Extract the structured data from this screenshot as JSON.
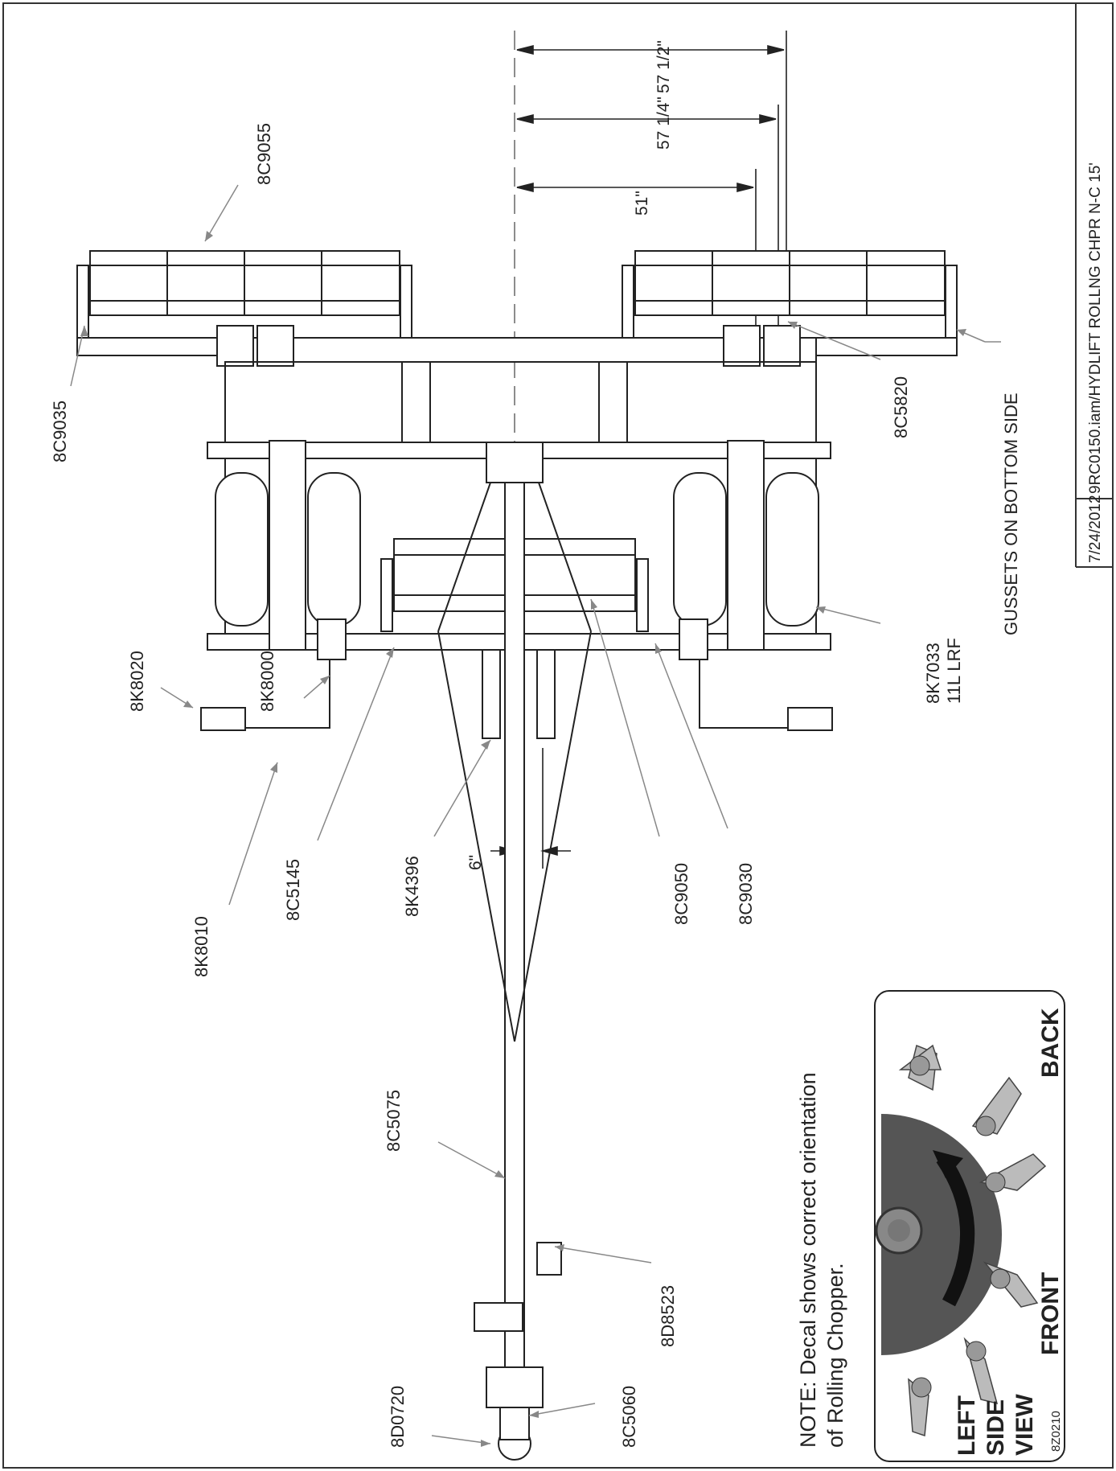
{
  "title_block": {
    "date": "7/24/2012",
    "name": "9RC0150.iam/HYDLIFT ROLLNG CHPR N-C 15'"
  },
  "dimensions": [
    "57 1/2\"",
    "57 1/4\"",
    "51\"",
    "6\""
  ],
  "part_labels": {
    "p8C9055": "8C9055",
    "p8C9035": "8C9035",
    "p8C5820": "8C5820",
    "p8K7033a": "8K7033",
    "p8K7033b": "11L LRF",
    "gussets": "GUSSETS ON BOTTOM SIDE",
    "p8K8020": "8K8020",
    "p8K8000": "8K8000",
    "p8K8010": "8K8010",
    "p8C5145": "8C5145",
    "p8K4396": "8K4396",
    "p8C9050": "8C9050",
    "p8C9030": "8C9030",
    "p8C5075": "8C5075",
    "p8D8523": "8D8523",
    "p8C5060": "8C5060",
    "p8D0720": "8D0720"
  },
  "note": {
    "line1": "NOTE: Decal shows correct orientation",
    "line2": "of Rolling Chopper."
  },
  "decal": {
    "left_side_view": [
      "LEFT",
      "SIDE",
      "VIEW"
    ],
    "front": "FRONT",
    "back": "BACK",
    "code": "8Z0210"
  }
}
